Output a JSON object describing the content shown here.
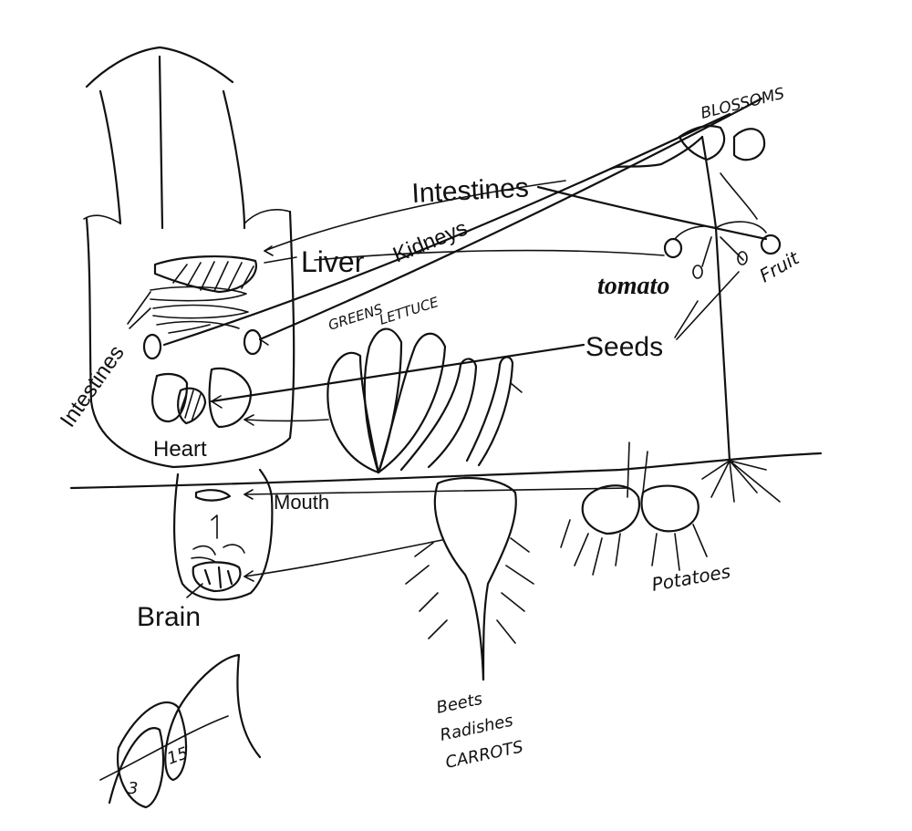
{
  "labels": {
    "blossoms": "BLOSSOMS",
    "intestines_top": "Intestines",
    "liver": "Liver",
    "kidneys": "Kidneys",
    "tomato": "tomato",
    "fruit": "Fruit",
    "greens_1": "GREENS",
    "greens_2": "LETTUCE",
    "intestines_side": "Intestines",
    "seeds": "Seeds",
    "heart": "Heart",
    "mouth": "Mouth",
    "brain": "Brain",
    "potatoes": "Potatoes",
    "beets": "Beets",
    "radishes": "Radishes",
    "carrots": "CARROTS",
    "sig_num_1": "3",
    "sig_num_2": "15"
  }
}
